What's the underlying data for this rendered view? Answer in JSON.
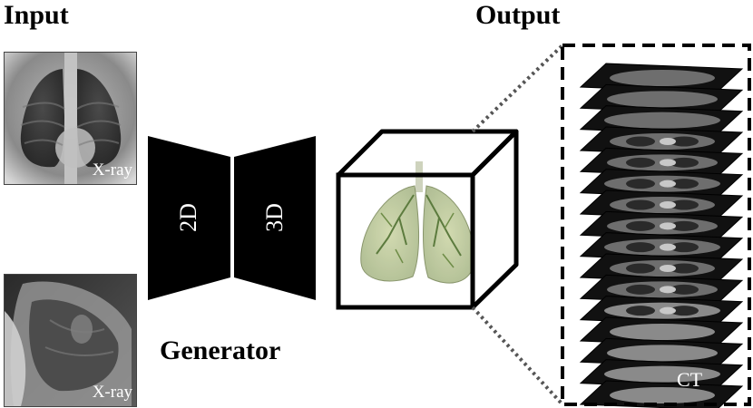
{
  "headings": {
    "input": "Input",
    "output": "Output",
    "generator": "Generator"
  },
  "inputs": {
    "frontal_label": "X-ray",
    "lateral_label": "X-ray"
  },
  "generator": {
    "encoder_label": "2D",
    "decoder_label": "3D"
  },
  "output": {
    "stack_label": "CT"
  }
}
